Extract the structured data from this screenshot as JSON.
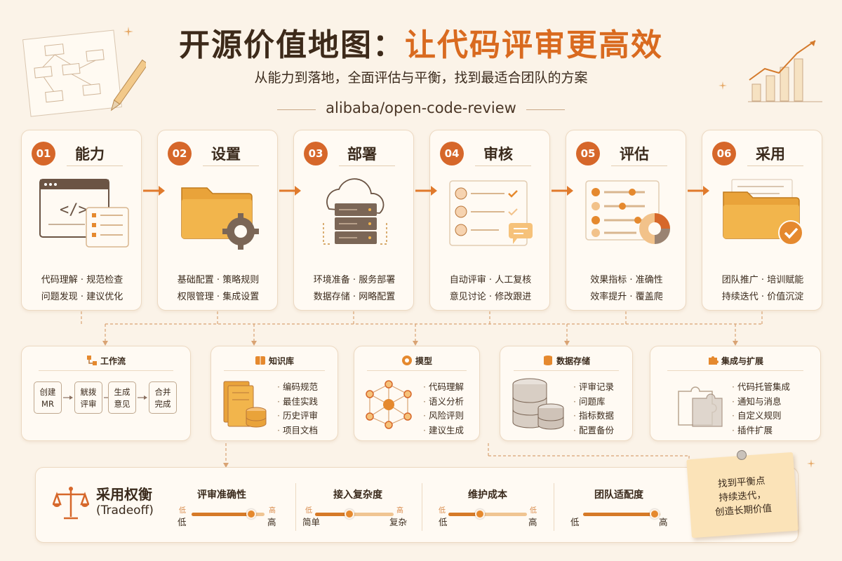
{
  "header": {
    "title_part1": "开源价值地图：",
    "title_part2": "让代码评审更高效",
    "subtitle": "从能力到落地，全面评估与平衡，找到最适合团队的方案",
    "repo": "alibaba/open-code-review"
  },
  "steps": [
    {
      "num": "01",
      "name": "能力",
      "features": [
        "代码理解 · 规范检查",
        "问题发现 · 建议优化"
      ],
      "icon": "code-window-checklist-icon"
    },
    {
      "num": "02",
      "name": "设置",
      "features": [
        "基础配置 · 策略规则",
        "权限管理 · 集成设置"
      ],
      "icon": "folder-gear-icon"
    },
    {
      "num": "03",
      "name": "部署",
      "features": [
        "环境准备 · 服务部署",
        "数据存储 · 网略配置"
      ],
      "icon": "cloud-server-icon"
    },
    {
      "num": "04",
      "name": "审核",
      "features": [
        "自动评审 · 人工复核",
        "意见讨论 · 修改跟进"
      ],
      "icon": "reviewer-list-icon"
    },
    {
      "num": "05",
      "name": "评估",
      "features": [
        "效果指标 · 准确性",
        "效率提升 · 覆盖爬"
      ],
      "icon": "sliders-pie-icon"
    },
    {
      "num": "06",
      "name": "采用",
      "features": [
        "团队推广 · 培训赋能",
        "持续迭代 · 价值沉淀"
      ],
      "icon": "folder-check-icon"
    }
  ],
  "modules": {
    "workflow": {
      "title": "工作流",
      "icon": "workflow-icon",
      "boxes": [
        {
          "line1": "创建",
          "line2": "MR"
        },
        {
          "line1": "觥拨",
          "line2": "评审"
        },
        {
          "line1": "生成",
          "line2": "意见"
        },
        {
          "line1": "合并",
          "line2": "完成"
        }
      ]
    },
    "knowledge": {
      "title": "知识库",
      "icon": "knowledge-icon",
      "items": [
        "编码规范",
        "最佳实践",
        "历史评审",
        "项目文档"
      ]
    },
    "model": {
      "title": "摸型",
      "icon": "model-icon",
      "items": [
        "代码理解",
        "语义分析",
        "风险评则",
        "建议生成"
      ]
    },
    "storage": {
      "title": "数据存储",
      "icon": "database-icon",
      "items": [
        "评审记录",
        "问题库",
        "指标数据",
        "配置备份"
      ]
    },
    "integration": {
      "title": "集成与扩展",
      "icon": "puzzle-icon",
      "items": [
        "代码托管集成",
        "通知与消息",
        "自定义规则",
        "插件扩展"
      ]
    }
  },
  "tradeoff": {
    "title": "采用权衡",
    "subtitle": "(Tradeoff)",
    "sliders": [
      {
        "label": "评审准确性",
        "min": "低",
        "max": "高",
        "min_ghost": "低",
        "max_ghost": "高",
        "value": 0.82
      },
      {
        "label": "接入复杂度",
        "min": "简单",
        "max": "复杂",
        "min_ghost": "低",
        "max_ghost": "高",
        "value": 0.44
      },
      {
        "label": "维护成本",
        "min": "低",
        "max": "高",
        "min_ghost": "低",
        "max_ghost": "低",
        "value": 0.4
      },
      {
        "label": "团队适配度",
        "min": "低",
        "max": "高",
        "min_ghost": "",
        "max_ghost": "",
        "value": 0.93
      }
    ]
  },
  "note": {
    "lines": [
      "找到平衡点",
      "持续迭代，",
      "创造长期价值"
    ]
  },
  "colors": {
    "accent": "#d96a1f",
    "number_badge": "#d6672a",
    "card_bg": "#fffaf3",
    "page_bg": "#fbf3e8",
    "folder": "#eaa335",
    "note": "#fbe3b8"
  }
}
